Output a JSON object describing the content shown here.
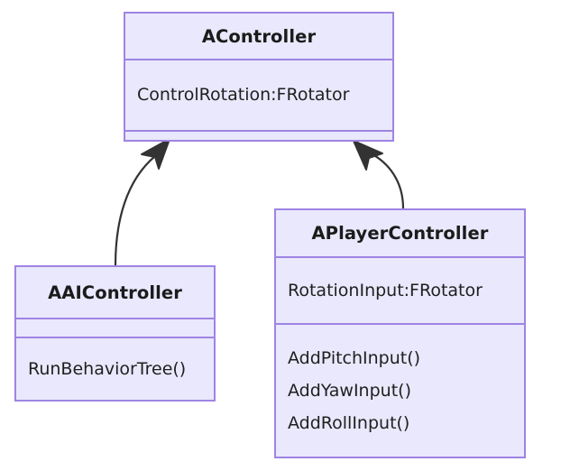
{
  "diagram": {
    "kind": "uml-class-diagram",
    "colors": {
      "class_fill": "#e9e8fc",
      "class_border": "#9f84e3",
      "text": "#1f1f1f",
      "edge": "#333333",
      "background": "#ffffff"
    },
    "classes": [
      {
        "id": "acontroller",
        "name": "AController",
        "attributes": [
          "ControlRotation:FRotator"
        ],
        "operations": []
      },
      {
        "id": "aaicontroller",
        "name": "AAIController",
        "attributes": [],
        "operations": [
          "RunBehaviorTree()"
        ]
      },
      {
        "id": "aplayercontroller",
        "name": "APlayerController",
        "attributes": [
          "RotationInput:FRotator"
        ],
        "operations": [
          "AddPitchInput()",
          "AddYawInput()",
          "AddRollInput()"
        ]
      }
    ],
    "relationships": [
      {
        "id": "aai-generalizes-acontroller",
        "type": "generalization",
        "from": "aaicontroller",
        "to": "acontroller",
        "arrow": "closed-triangle"
      },
      {
        "id": "aplayer-generalizes-acontroller",
        "type": "generalization",
        "from": "aplayercontroller",
        "to": "acontroller",
        "arrow": "closed-triangle"
      }
    ]
  }
}
